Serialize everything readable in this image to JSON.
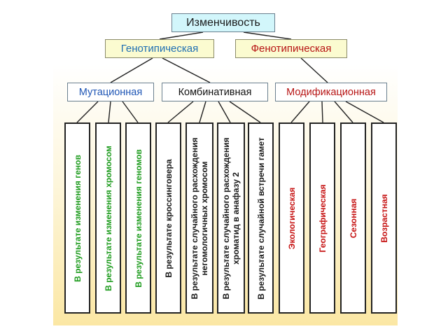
{
  "root": "Изменчивость",
  "genotypic": "Генотипическая",
  "phenotypic": "Фенотипическая",
  "mutational": "Мутационная",
  "combinative": "Комбинативная",
  "modification": "Модификационная",
  "leaves": [
    "В результате изменения генов",
    "В результате изменения хромосом",
    "В результате изменения геномов",
    "В результате кроссинговера",
    "В результате случайного расхождения негомологичных хромосом",
    "В результате случайного расхождения хроматид в анафазу 2",
    "В результате случайной встречи гамет",
    "Экологическая",
    "Географическая",
    "Сезонная",
    "Возрастная"
  ]
}
